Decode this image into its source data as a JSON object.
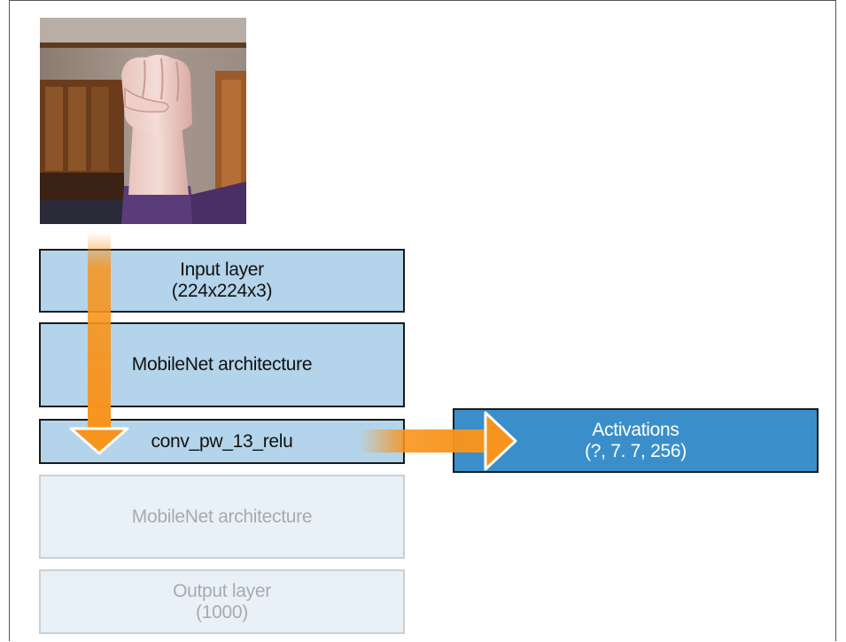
{
  "colors": {
    "layer_fill": "#b3d4ea",
    "layer_faded_fill": "#e9f1f8",
    "activation_fill": "#3a8fcb",
    "arrow_orange": "#f7941d"
  },
  "input_image": {
    "icon": "raised-fist-photo"
  },
  "layers": {
    "input": {
      "line1": "Input layer",
      "line2": "(224x224x3)"
    },
    "mobilenet_top": {
      "line1": "MobileNet architecture"
    },
    "conv": {
      "line1": "conv_pw_13_relu"
    },
    "mobilenet_bottom": {
      "line1": "MobileNet architecture"
    },
    "output": {
      "line1": "Output layer",
      "line2": "(1000)"
    }
  },
  "activations": {
    "line1": "Activations",
    "line2": "(?, 7. 7, 256)"
  }
}
